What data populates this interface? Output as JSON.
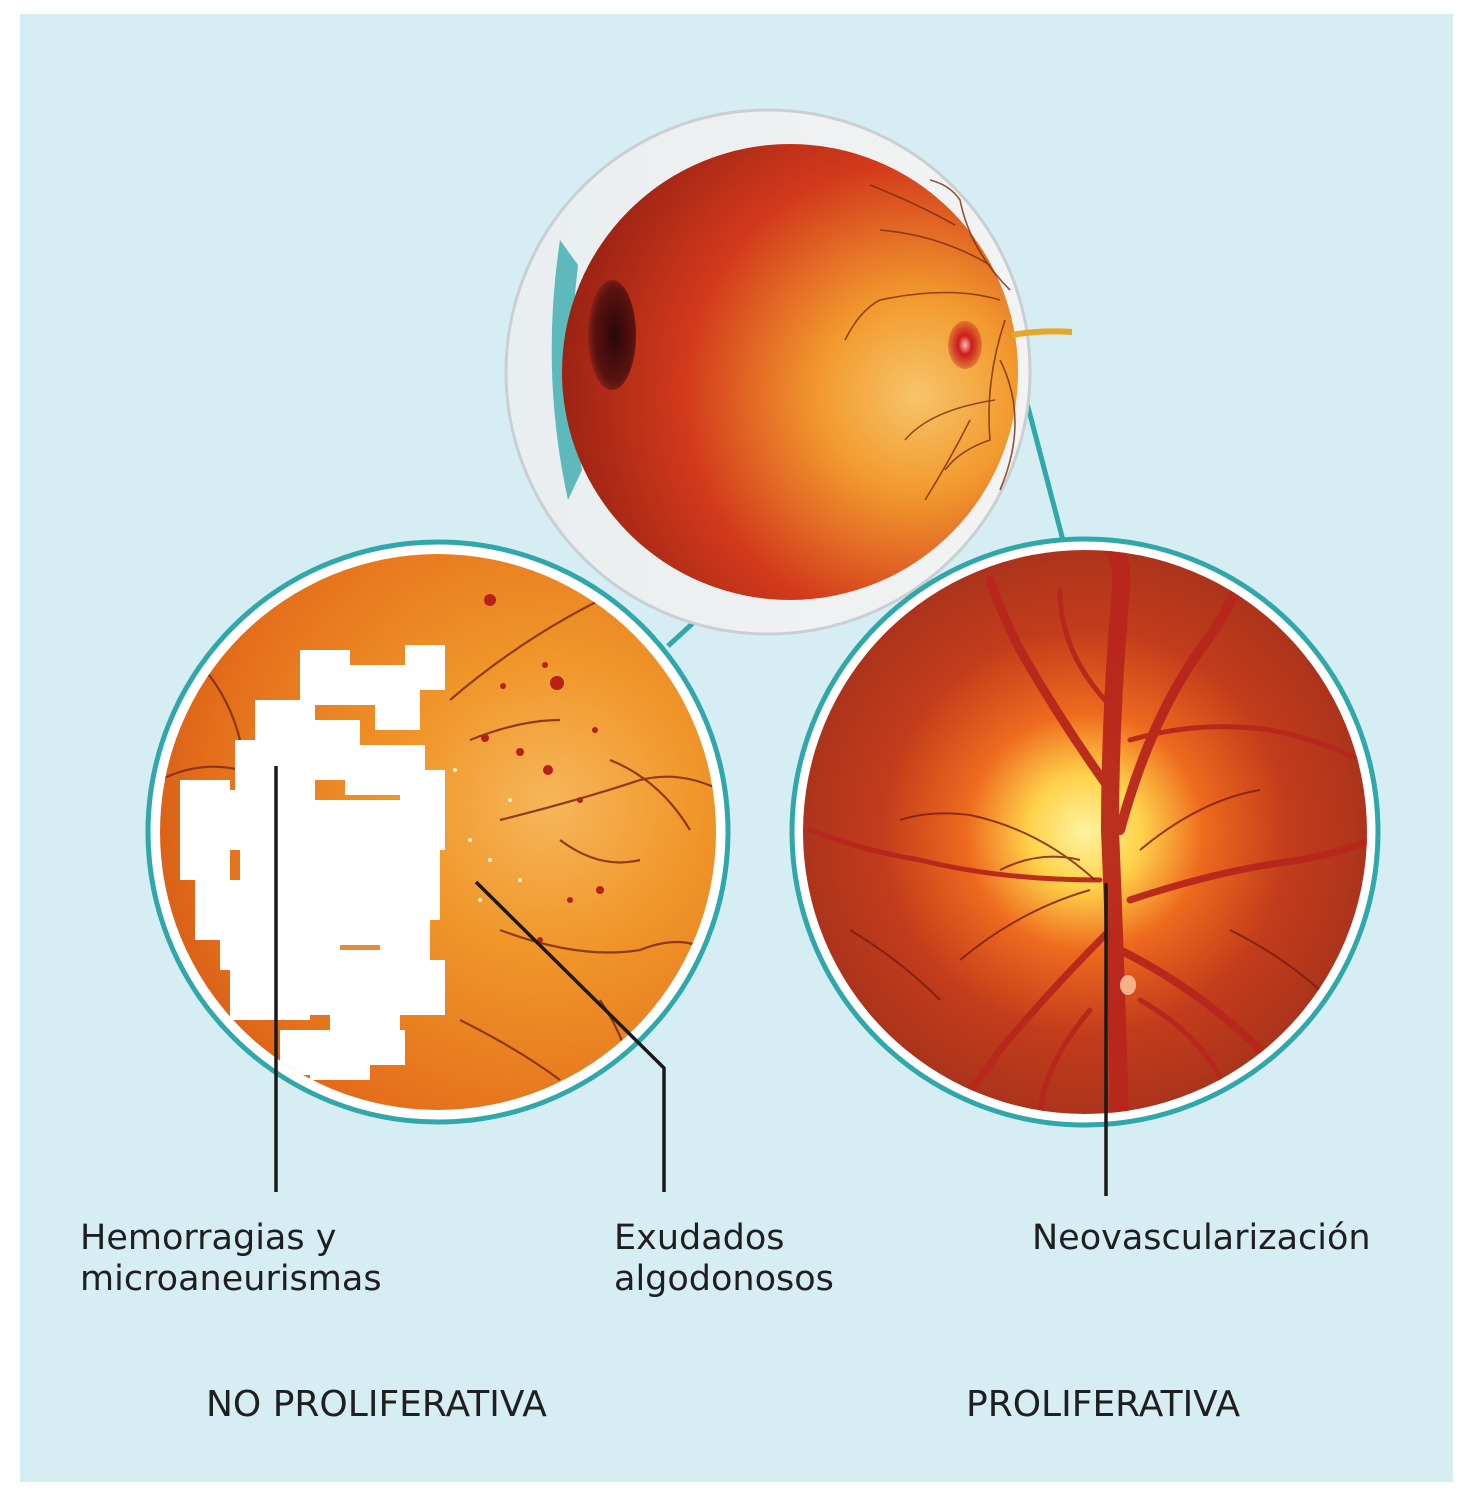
{
  "callouts": {
    "hemorrhages": {
      "line1": "Hemorragias y",
      "line2": "microaneurismas"
    },
    "exudates": {
      "line1": "Exudados",
      "line2": "algodonosos"
    },
    "neovascularization": {
      "line1": "Neovascularización"
    }
  },
  "stages": {
    "non_proliferative": "NO PROLIFERATIVA",
    "proliferative": "PROLIFERATIVA"
  },
  "colors": {
    "background": "#d6edf3",
    "ring": "#2fa7ab",
    "retina_orange": "#e87a1e",
    "retina_dark": "#a8341a",
    "vessel": "#8a2a14",
    "leader_line": "#1a1a1a"
  }
}
